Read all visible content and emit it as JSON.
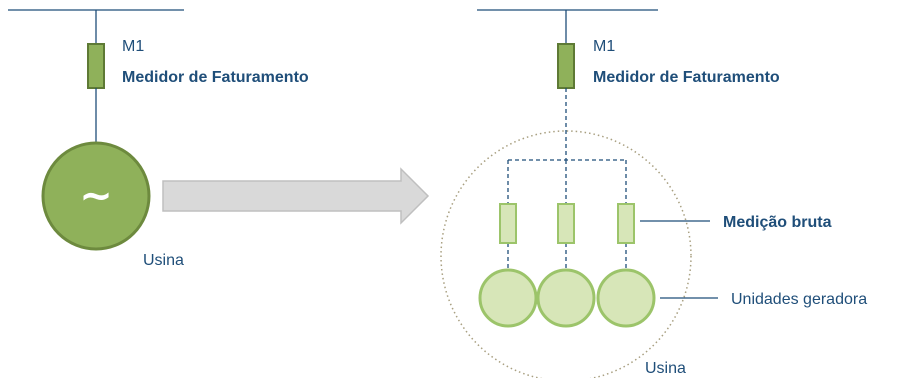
{
  "left": {
    "meter_code": "M1",
    "meter_name": "Medidor de Faturamento",
    "generator_symbol": "~",
    "plant_label": "Usina"
  },
  "right": {
    "meter_code": "M1",
    "meter_name": "Medidor de Faturamento",
    "gross_measurement_label": "Medição bruta",
    "units_label": "Unidades geradora",
    "plant_label": "Usina"
  },
  "colors": {
    "line": "#1f4e79",
    "meter_fill": "#8fb15a",
    "meter_stroke": "#5e7a35",
    "generator_fill": "#8fb15a",
    "generator_stroke": "#6d8a3e",
    "unit_fill": "#d7e6b8",
    "unit_stroke": "#9cc46a",
    "arrow_fill": "#d9d9d9",
    "arrow_stroke": "#bfbfbf",
    "boundary": "#a89f80"
  }
}
